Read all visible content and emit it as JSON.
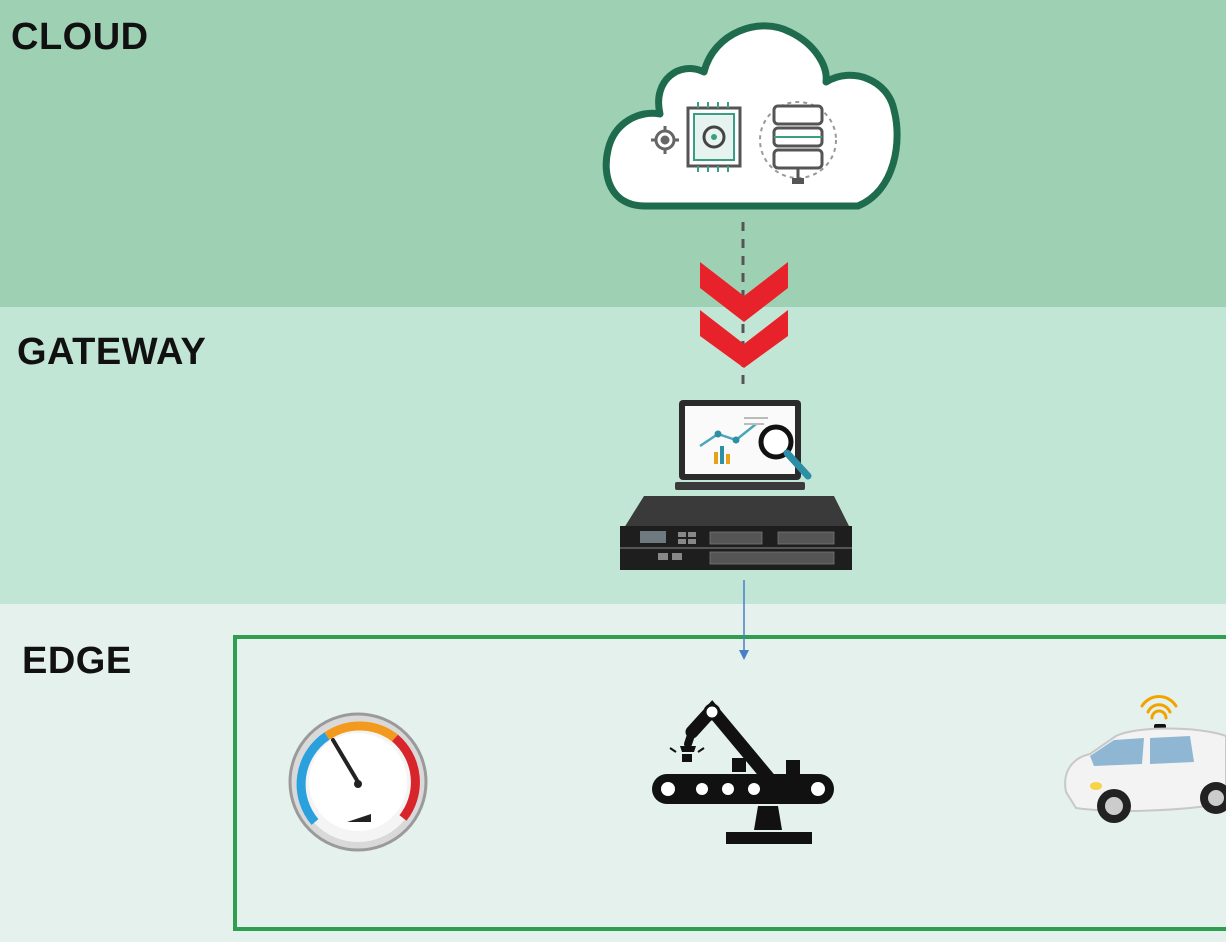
{
  "layers": {
    "cloud": {
      "label": "CLOUD"
    },
    "gateway": {
      "label": "GATEWAY"
    },
    "edge": {
      "label": "EDGE"
    }
  },
  "colors": {
    "cloud_band": "#9ed0b4",
    "gateway_band": "#c2e6d6",
    "edge_band": "#e5f1ec",
    "edge_border": "#2f9e4f",
    "cloud_outline": "#1f6b4d",
    "chevron": "#e8222a",
    "arrow": "#4a7fc7"
  },
  "icons": {
    "cloud": "cloud-computing-icon",
    "gateway_monitor": "analytics-laptop-icon",
    "gateway_server": "rack-server-icon",
    "edge_items": [
      "pressure-gauge-icon",
      "robotic-arm-conveyor-icon",
      "autonomous-car-icon"
    ]
  }
}
